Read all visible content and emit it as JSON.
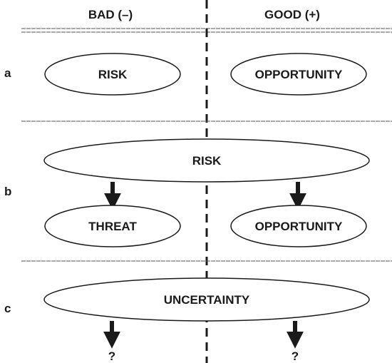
{
  "columns": {
    "bad": "BAD (–)",
    "good": "GOOD (+)"
  },
  "rows": {
    "a": {
      "label": "a",
      "left": "RISK",
      "right": "OPPORTUNITY"
    },
    "b": {
      "label": "b",
      "top": "RISK",
      "left": "THREAT",
      "right": "OPPORTUNITY"
    },
    "c": {
      "label": "c",
      "top": "UNCERTAINTY",
      "left": "?",
      "right": "?"
    }
  },
  "colors": {
    "line": "#1a1a1a",
    "divider": "#555555",
    "background": "#ffffff"
  }
}
